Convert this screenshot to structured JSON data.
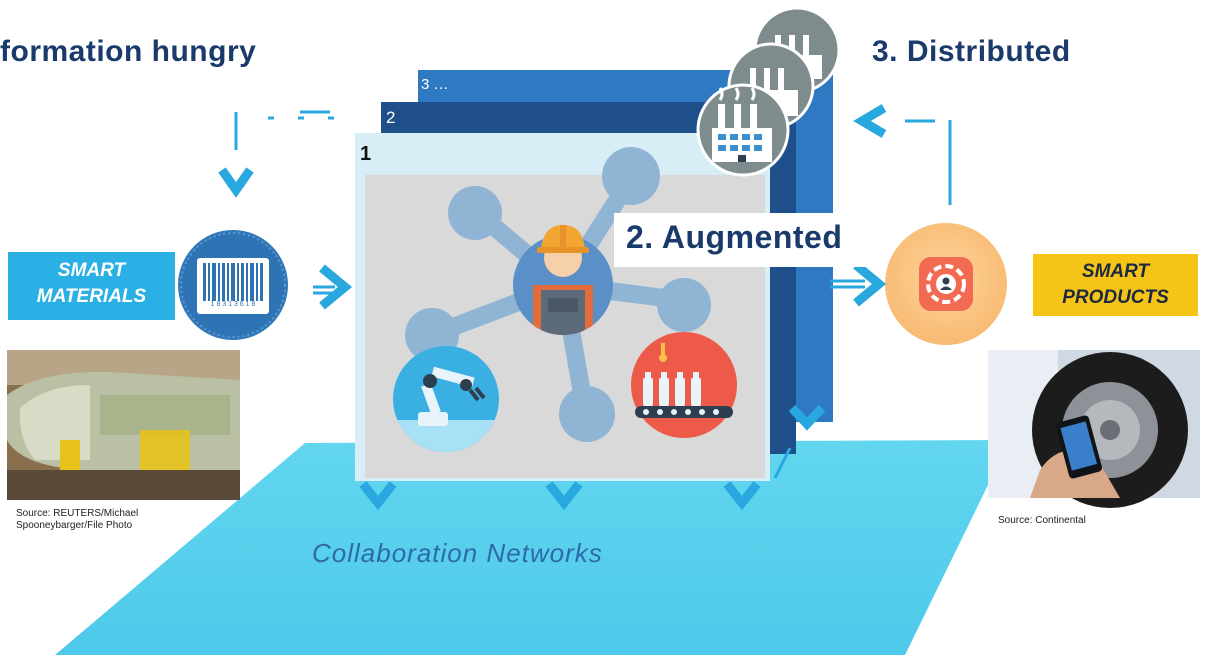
{
  "headings": {
    "information_hungry": "formation hungry",
    "augmented": "2. Augmented",
    "distributed": "3. Distributed"
  },
  "layers": {
    "first": "1",
    "second": "2",
    "third": "3 …"
  },
  "smart_materials": {
    "line1": "SMART",
    "line2": "MATERIALS",
    "barcode_digits": "1 8 3 1 3 6 1 8"
  },
  "smart_products": {
    "line1": "SMART",
    "line2": "PRODUCTS"
  },
  "platform_label": "Collaboration Networks",
  "sources": {
    "left_line1": "Source: REUTERS/Michael",
    "left_line2": "Spooneybarger/File Photo",
    "right": "Source: Continental"
  },
  "colors": {
    "platform": "#5bd3ee",
    "arrow": "#29a8e0",
    "dark_blue": "#1e4f8a",
    "mid_blue": "#2f78c2",
    "materials_label_bg": "#2ab0e4",
    "products_label_bg": "#f6c417",
    "heading_text": "#1a3a6b"
  },
  "icons": [
    "barcode-icon",
    "worker-icon",
    "robot-arm-icon",
    "bottling-line-icon",
    "factory-icon",
    "gear-user-icon"
  ]
}
